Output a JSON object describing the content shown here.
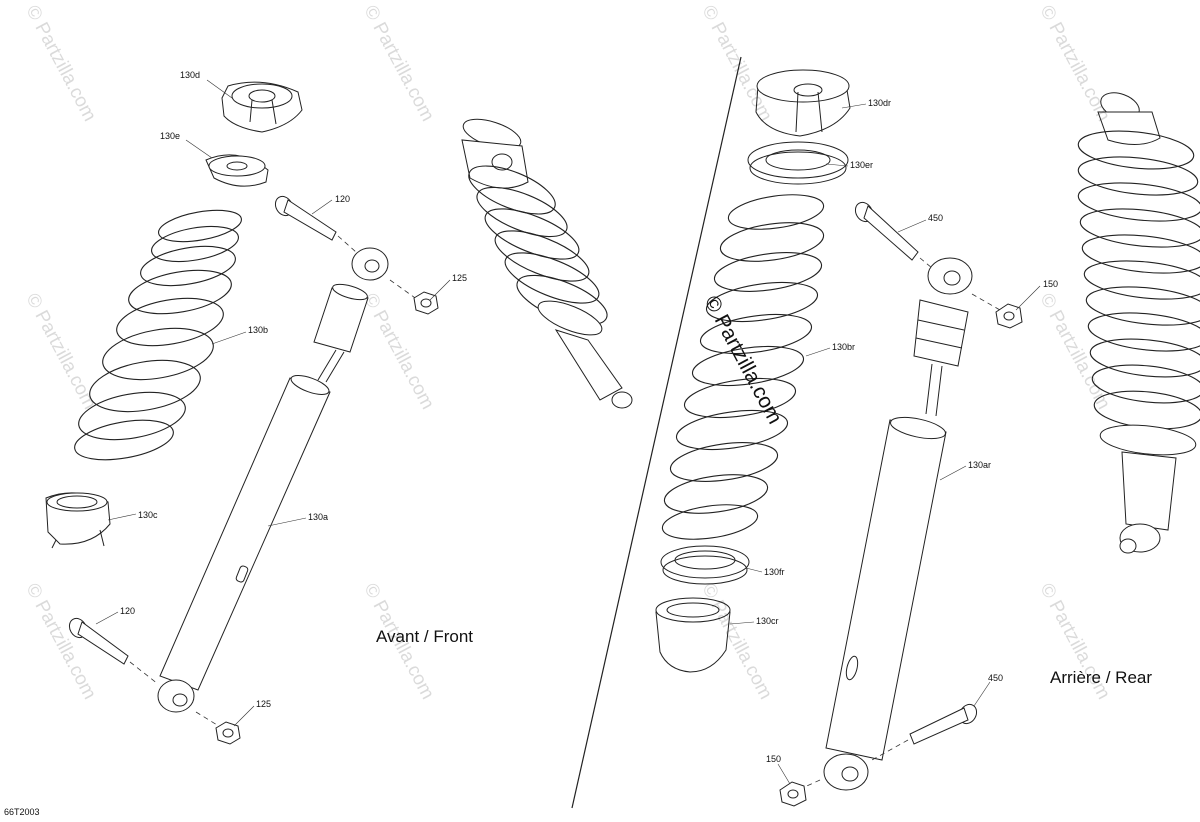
{
  "headings": {
    "front": "Avant / Front",
    "rear": "Arrière / Rear"
  },
  "diagram_code": "66T2003",
  "watermark_text": "© Partzilla.com",
  "stamp_text": "© Partzilla.com",
  "callouts": {
    "c130d": "130d",
    "c130e": "130e",
    "c120_top": "120",
    "c125_top": "125",
    "c130b": "130b",
    "c130c": "130c",
    "c130a": "130a",
    "c120_bottom": "120",
    "c125_bottom": "125",
    "c130dr": "130dr",
    "c130er": "130er",
    "c450_top": "450",
    "c150_top": "150",
    "c130br": "130br",
    "c130ar": "130ar",
    "c130fr": "130fr",
    "c130cr": "130cr",
    "c450_bottom": "450",
    "c150_bottom": "150"
  }
}
